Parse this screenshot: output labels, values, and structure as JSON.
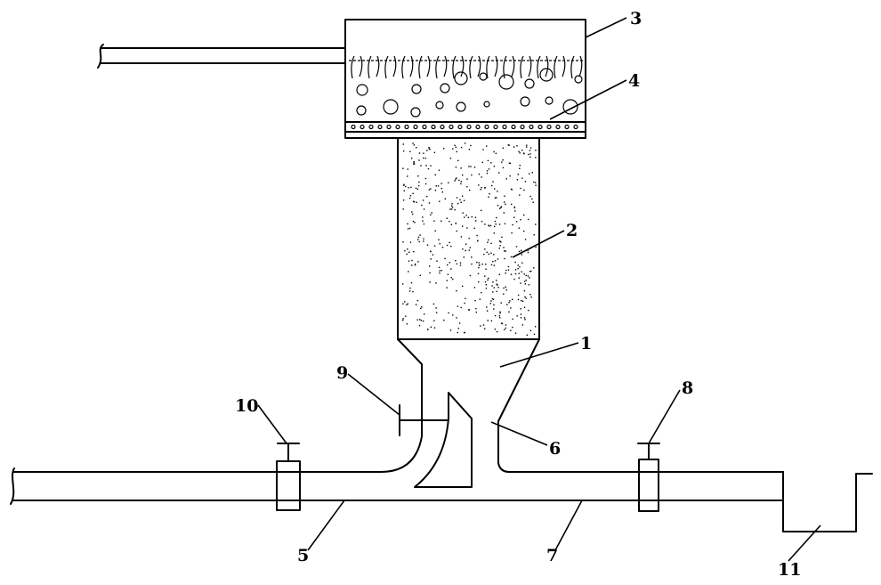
{
  "figure": {
    "labels": [
      {
        "id": "cultivation-box",
        "text": "3"
      },
      {
        "id": "filter-plate",
        "text": "4"
      },
      {
        "id": "filter-column",
        "text": "2"
      },
      {
        "id": "collector-funnel",
        "text": "1"
      },
      {
        "id": "check-valve",
        "text": "9"
      },
      {
        "id": "left-valve",
        "text": "10"
      },
      {
        "id": "right-valve",
        "text": "8"
      },
      {
        "id": "baffle",
        "text": "6"
      },
      {
        "id": "inlet-pipe",
        "text": "5"
      },
      {
        "id": "outlet-pipe",
        "text": "7"
      },
      {
        "id": "collection-tank",
        "text": "11"
      }
    ],
    "colors": {
      "line": "#000000",
      "background": "#ffffff"
    }
  }
}
